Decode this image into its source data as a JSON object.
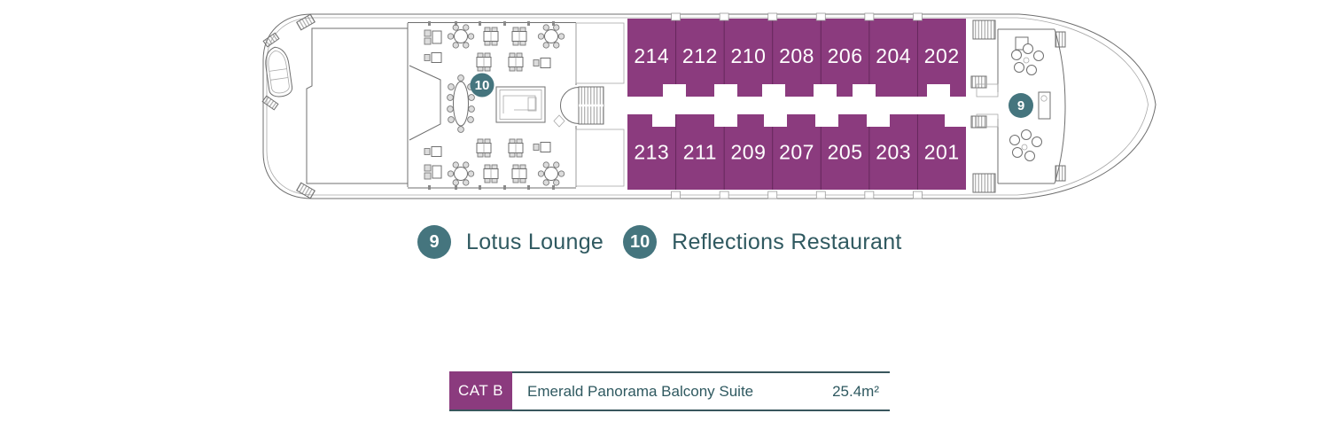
{
  "deck_plan": {
    "cabins": {
      "top_row": [
        "214",
        "212",
        "210",
        "208",
        "206",
        "204",
        "202"
      ],
      "bottom_row": [
        "213",
        "211",
        "209",
        "207",
        "205",
        "203",
        "201"
      ]
    },
    "markers": [
      {
        "number": "10",
        "label": "Reflections Restaurant"
      },
      {
        "number": "9",
        "label": "Lotus Lounge"
      }
    ]
  },
  "legend": {
    "items": [
      {
        "number": "9",
        "label": "Lotus Lounge"
      },
      {
        "number": "10",
        "label": "Reflections Restaurant"
      }
    ]
  },
  "category_key": {
    "code": "CAT B",
    "name": "Emerald Panorama Balcony Suite",
    "area": "25.4m²"
  },
  "colors": {
    "cabin_purple": "#8b3b7e",
    "marker_teal": "#45757e",
    "legend_text": "#2f5960",
    "plan_line": "#6f6f6f"
  }
}
